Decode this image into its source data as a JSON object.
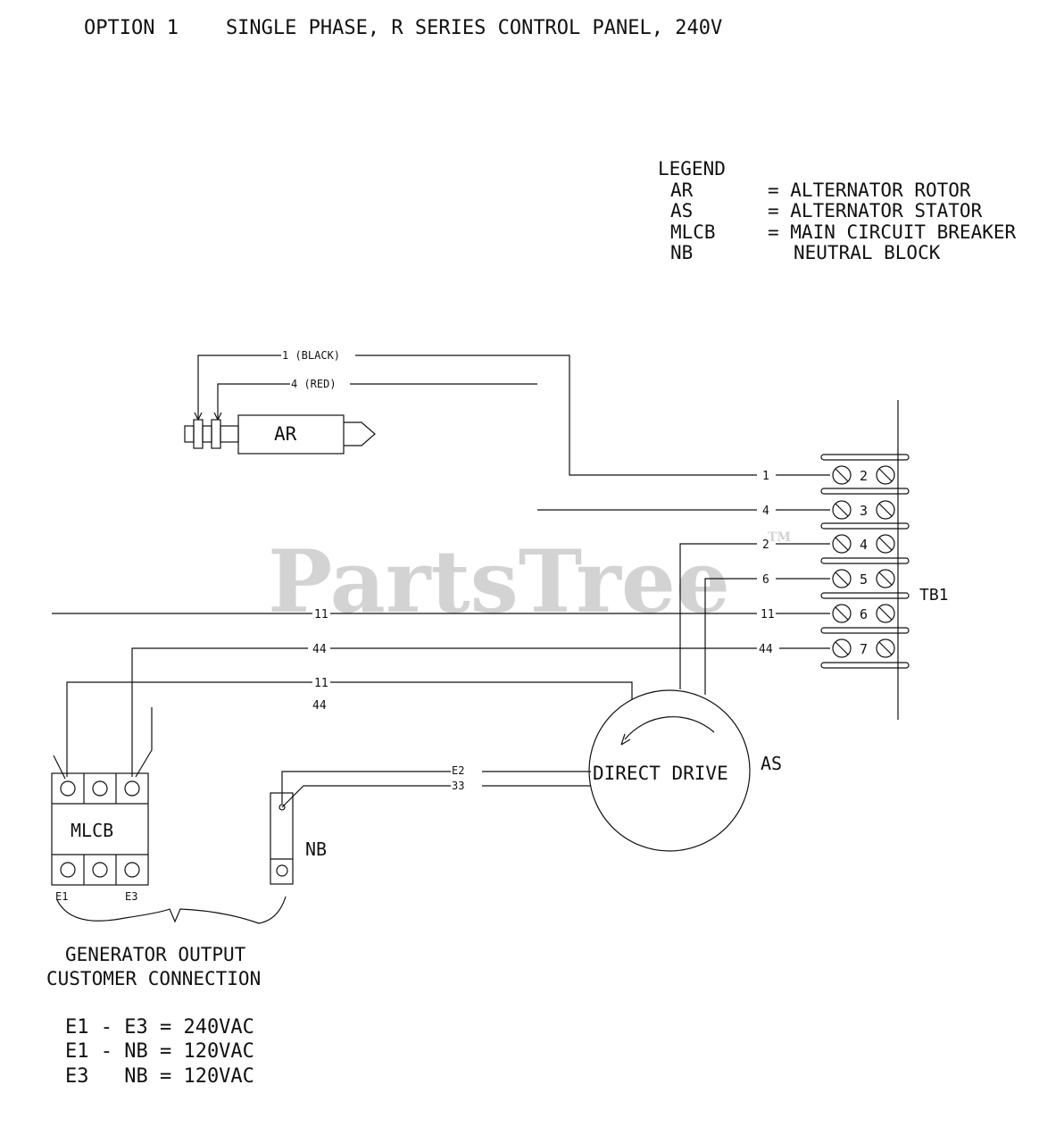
{
  "title": "OPTION 1    SINGLE PHASE, R SERIES CONTROL PANEL, 240V",
  "legend": {
    "heading": "LEGEND",
    "items": [
      {
        "code": "AR",
        "desc": "= ALTERNATOR ROTOR"
      },
      {
        "code": "AS",
        "desc": "= ALTERNATOR STATOR"
      },
      {
        "code": "MLCB",
        "desc": "= MAIN CIRCUIT BREAKER"
      },
      {
        "code": "NB",
        "desc": "NEUTRAL BLOCK"
      }
    ]
  },
  "watermark": {
    "text": "PartsTree",
    "mark": "TM"
  },
  "rotor": {
    "label": "AR",
    "wire_black": "1 (BLACK)",
    "wire_red": "4 (RED)"
  },
  "terminal_block": {
    "label": "TB1",
    "wires": [
      "1",
      "4",
      "2",
      "6",
      "11",
      "44"
    ],
    "terminals": [
      "2",
      "3",
      "4",
      "5",
      "6",
      "7"
    ]
  },
  "mid_wires": {
    "w11": "11",
    "w44": "44",
    "w11b": "11",
    "w44b": "44"
  },
  "stator": {
    "label": "AS",
    "text": "DIRECT DRIVE",
    "wire_e2": "E2",
    "wire_e3": "33"
  },
  "breaker": {
    "label": "MLCB",
    "e1": "E1",
    "e3": "E3"
  },
  "neutral": {
    "label": "NB"
  },
  "output": {
    "line1": "GENERATOR OUTPUT",
    "line2": "CUSTOMER CONNECTION"
  },
  "voltages": [
    "E1 - E3 = 240VAC",
    "E1 - NB = 120VAC",
    "E3   NB = 120VAC"
  ]
}
